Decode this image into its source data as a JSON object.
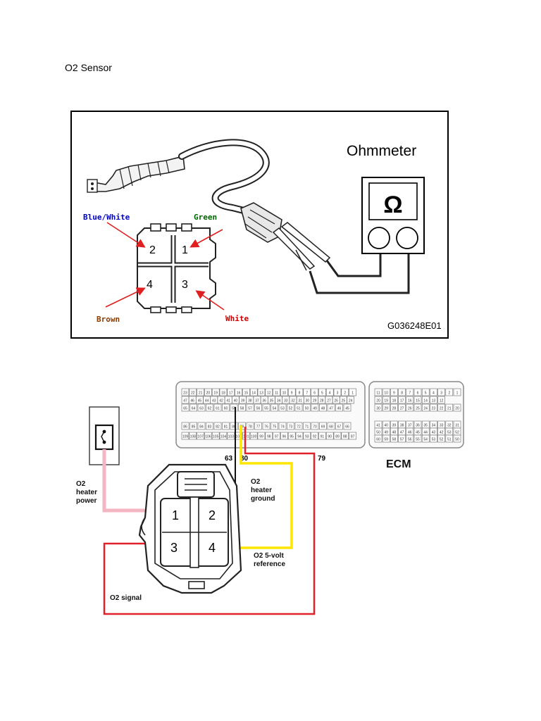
{
  "page": {
    "title": "O2 Sensor"
  },
  "figure1": {
    "meter_label": "Ohmmeter",
    "meter_symbol": "Ω",
    "figure_code": "G036248E01",
    "wire_labels": {
      "blue_white": "Blue/White",
      "green": "Green",
      "brown": "Brown",
      "white": "White"
    },
    "pins": {
      "p1": "1",
      "p2": "2",
      "p3": "3",
      "p4": "4"
    },
    "colors": {
      "blue_white": "#0000cc",
      "green": "#006600",
      "brown": "#8b3a00",
      "white": "#cc0000",
      "arrow": "#e02020"
    }
  },
  "figure2": {
    "ecm_label": "ECM",
    "pin_refs": {
      "p63": "63",
      "p80": "80",
      "p79": "79"
    },
    "connector_pins": {
      "p1": "1",
      "p2": "2",
      "p3": "3",
      "p4": "4"
    },
    "labels": {
      "heater_power": [
        "O2",
        "heater",
        "power"
      ],
      "heater_ground": [
        "O2",
        "heater",
        "ground"
      ],
      "five_volt": [
        "O2 5-volt",
        "reference"
      ],
      "signal": "O2 signal"
    },
    "ecm_rows": {
      "left_top": [
        "23",
        "22",
        "21",
        "20",
        "19",
        "18",
        "17",
        "16",
        "15",
        "14",
        "13",
        "12",
        "11",
        "10",
        "9",
        "8",
        "7",
        "6",
        "5",
        "4",
        "3",
        "2",
        "1"
      ],
      "left_mid": [
        "47",
        "46",
        "45",
        "44",
        "43",
        "42",
        "41",
        "40",
        "39",
        "38",
        "37",
        "36",
        "35",
        "34",
        "33",
        "32",
        "31",
        "30",
        "29",
        "28",
        "27",
        "26",
        "25",
        "24"
      ],
      "left_mid2": [
        "65",
        "64",
        "63",
        "62",
        "61",
        "60",
        "59",
        "58",
        "57",
        "56",
        "55",
        "54",
        "53",
        "52",
        "51",
        "50",
        "49",
        "48",
        "47",
        "46",
        "45"
      ],
      "left_bot1": [
        "86",
        "85",
        "84",
        "83",
        "82",
        "81",
        "80",
        "79",
        "78",
        "77",
        "76",
        "75",
        "74",
        "73",
        "72",
        "71",
        "70",
        "69",
        "68",
        "67",
        "66"
      ],
      "left_bot2": [
        "109",
        "108",
        "107",
        "106",
        "105",
        "104",
        "103",
        "102",
        "101",
        "100",
        "99",
        "98",
        "97",
        "96",
        "95",
        "94",
        "93",
        "92",
        "91",
        "90",
        "89",
        "88",
        "87"
      ],
      "right_top": [
        "11",
        "10",
        "9",
        "8",
        "7",
        "6",
        "5",
        "4",
        "3",
        "2",
        "1"
      ],
      "right_mid": [
        "20",
        "19",
        "18",
        "17",
        "16",
        "15",
        "14",
        "13",
        "12"
      ],
      "right_mid2": [
        "30",
        "29",
        "28",
        "27",
        "26",
        "25",
        "24",
        "23",
        "22",
        "21",
        "20"
      ],
      "right_bot1": [
        "41",
        "40",
        "39",
        "38",
        "37",
        "36",
        "35",
        "34",
        "33",
        "32",
        "31"
      ],
      "right_bot2": [
        "50",
        "49",
        "48",
        "47",
        "46",
        "45",
        "44",
        "43",
        "42",
        "53",
        "52",
        "51"
      ],
      "right_bot3": [
        "60",
        "59",
        "58",
        "57",
        "56",
        "55",
        "54",
        "53",
        "52",
        "51",
        "50"
      ]
    },
    "colors": {
      "pink": "#f4b6c2",
      "black": "#111111",
      "yellow": "#ffe600",
      "red": "#e0202a"
    }
  }
}
